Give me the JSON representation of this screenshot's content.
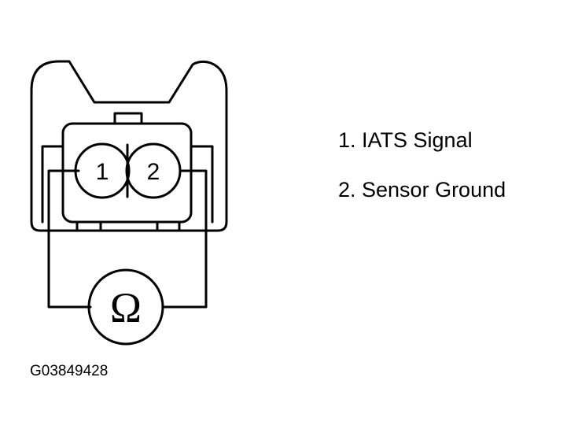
{
  "connector": {
    "pins": [
      {
        "id": "pin-1",
        "label": "1"
      },
      {
        "id": "pin-2",
        "label": "2"
      }
    ]
  },
  "meter": {
    "symbol": "Ω"
  },
  "legend": {
    "items": [
      {
        "text": "1. IATS Signal"
      },
      {
        "text": "2. Sensor Ground"
      }
    ]
  },
  "figure": {
    "id": "G03849428"
  },
  "colors": {
    "line": "#000000",
    "background": "#ffffff"
  }
}
